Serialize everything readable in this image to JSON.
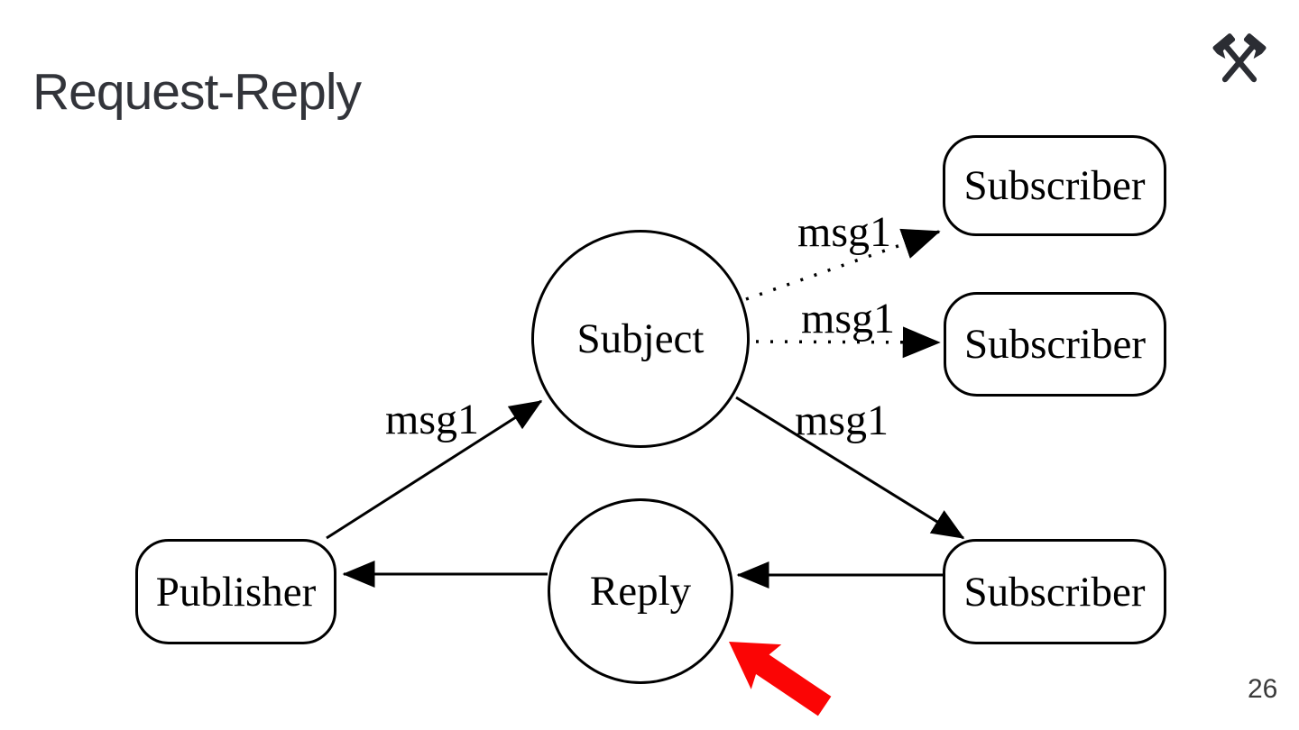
{
  "header": {
    "title": "Request-Reply",
    "icon": "crossed-hammers-icon"
  },
  "footer": {
    "page_number": "26"
  },
  "diagram": {
    "nodes": [
      {
        "id": "subject",
        "label": "Subject",
        "shape": "circle"
      },
      {
        "id": "reply",
        "label": "Reply",
        "shape": "circle"
      },
      {
        "id": "publisher",
        "label": "Publisher",
        "shape": "rounded-rect"
      },
      {
        "id": "subscriber-top",
        "label": "Subscriber",
        "shape": "rounded-rect"
      },
      {
        "id": "subscriber-middle",
        "label": "Subscriber",
        "shape": "rounded-rect"
      },
      {
        "id": "subscriber-bottom",
        "label": "Subscriber",
        "shape": "rounded-rect"
      }
    ],
    "edges": [
      {
        "from": "publisher",
        "to": "subject",
        "label": "msg1",
        "style": "solid"
      },
      {
        "from": "subject",
        "to": "subscriber-top",
        "label": "msg1",
        "style": "dotted"
      },
      {
        "from": "subject",
        "to": "subscriber-middle",
        "label": "msg1",
        "style": "dotted"
      },
      {
        "from": "subject",
        "to": "subscriber-bottom",
        "label": "msg1",
        "style": "solid"
      },
      {
        "from": "subscriber-bottom",
        "to": "reply",
        "label": "",
        "style": "solid"
      },
      {
        "from": "reply",
        "to": "publisher",
        "label": "",
        "style": "solid"
      }
    ],
    "annotations": [
      {
        "type": "red-arrow",
        "points_at": "reply",
        "direction": "up-left"
      }
    ],
    "colors": {
      "stroke": "#000000",
      "node_fill": "#ffffff",
      "red_arrow": "#fb0505",
      "title_text": "#32343a"
    }
  }
}
